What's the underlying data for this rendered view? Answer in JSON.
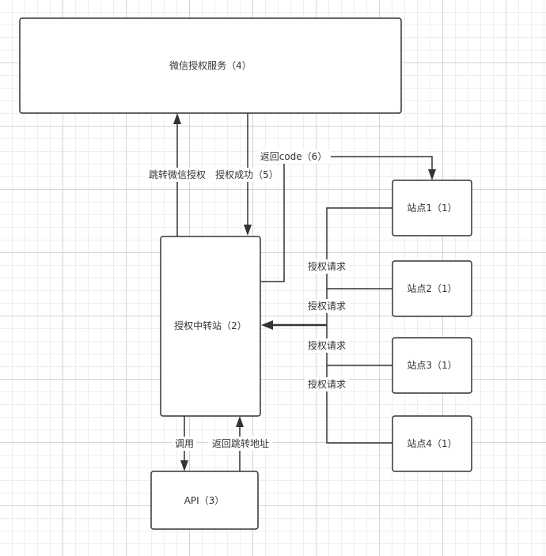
{
  "nodes": {
    "wechat_auth": "微信授权服务（4）",
    "relay": "授权中转站（2）",
    "api": "API（3）",
    "site1": "站点1（1）",
    "site2": "站点2（1）",
    "site3": "站点3（1）",
    "site4": "站点4（1）"
  },
  "edges": {
    "redirect_wechat": "跳转微信授权",
    "auth_success": "授权成功（5）",
    "return_code": "返回code（6）",
    "auth_request_1": "授权请求",
    "auth_request_2": "授权请求",
    "auth_request_3": "授权请求",
    "auth_request_4": "授权请求",
    "call": "调用",
    "return_redirect": "返回跳转地址"
  }
}
